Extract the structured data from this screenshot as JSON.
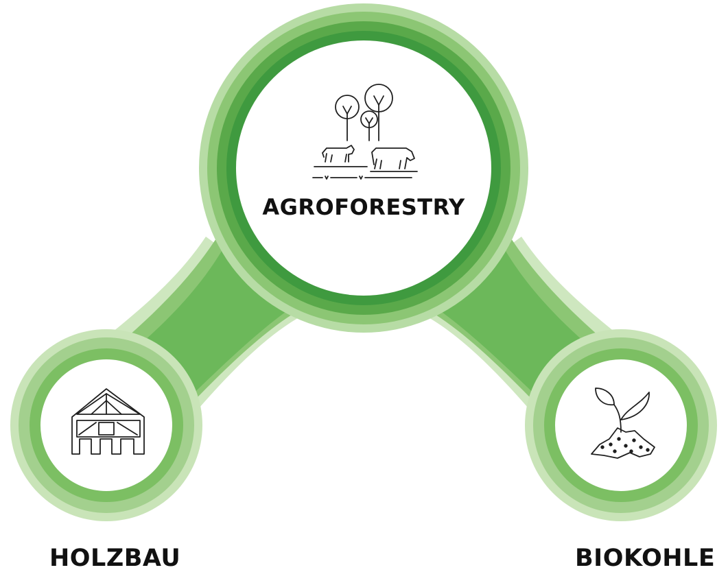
{
  "diagram": {
    "center": {
      "label": "AGROFORESTRY",
      "icon": "trees-and-cows-icon"
    },
    "left": {
      "label": "HOLZBAU",
      "icon": "timber-frame-house-icon"
    },
    "right": {
      "label": "BIOKOHLE",
      "icon": "seedling-in-soil-icon"
    }
  },
  "colors": {
    "dark_green": "#3f9a3f",
    "mid_green": "#6cb85a",
    "light_green": "#a3d08e",
    "pale_green": "#c9e4b8"
  }
}
